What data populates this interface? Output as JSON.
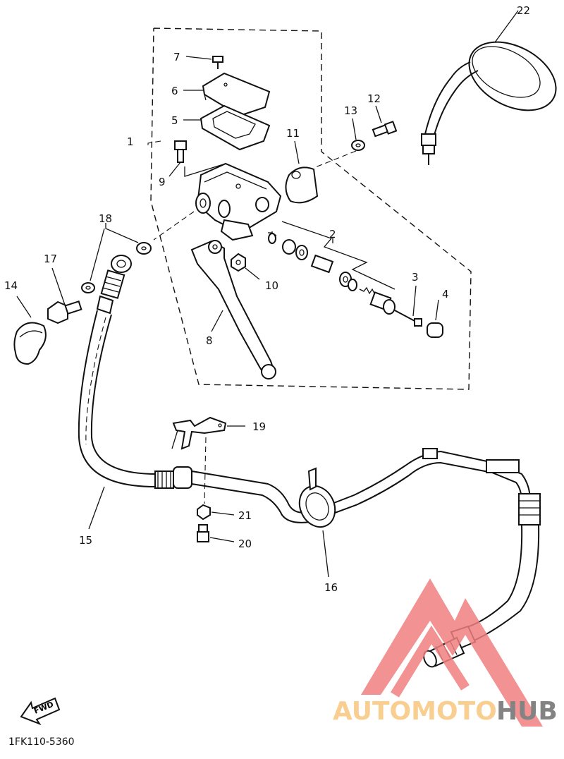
{
  "diagram": {
    "callouts": [
      "1",
      "2",
      "3",
      "4",
      "5",
      "6",
      "7",
      "8",
      "9",
      "10",
      "11",
      "12",
      "13",
      "14",
      "15",
      "16",
      "17",
      "18",
      "19",
      "20",
      "21",
      "22"
    ],
    "fwd_label": "FWD",
    "page_code": "1FK110-5360"
  },
  "watermark": {
    "text_part1": "AUTOMOTO",
    "text_part2": "HUB",
    "colors": {
      "triangle": "#f08080",
      "part1": "#f9c77e",
      "part2": "#6e6e6e"
    }
  }
}
